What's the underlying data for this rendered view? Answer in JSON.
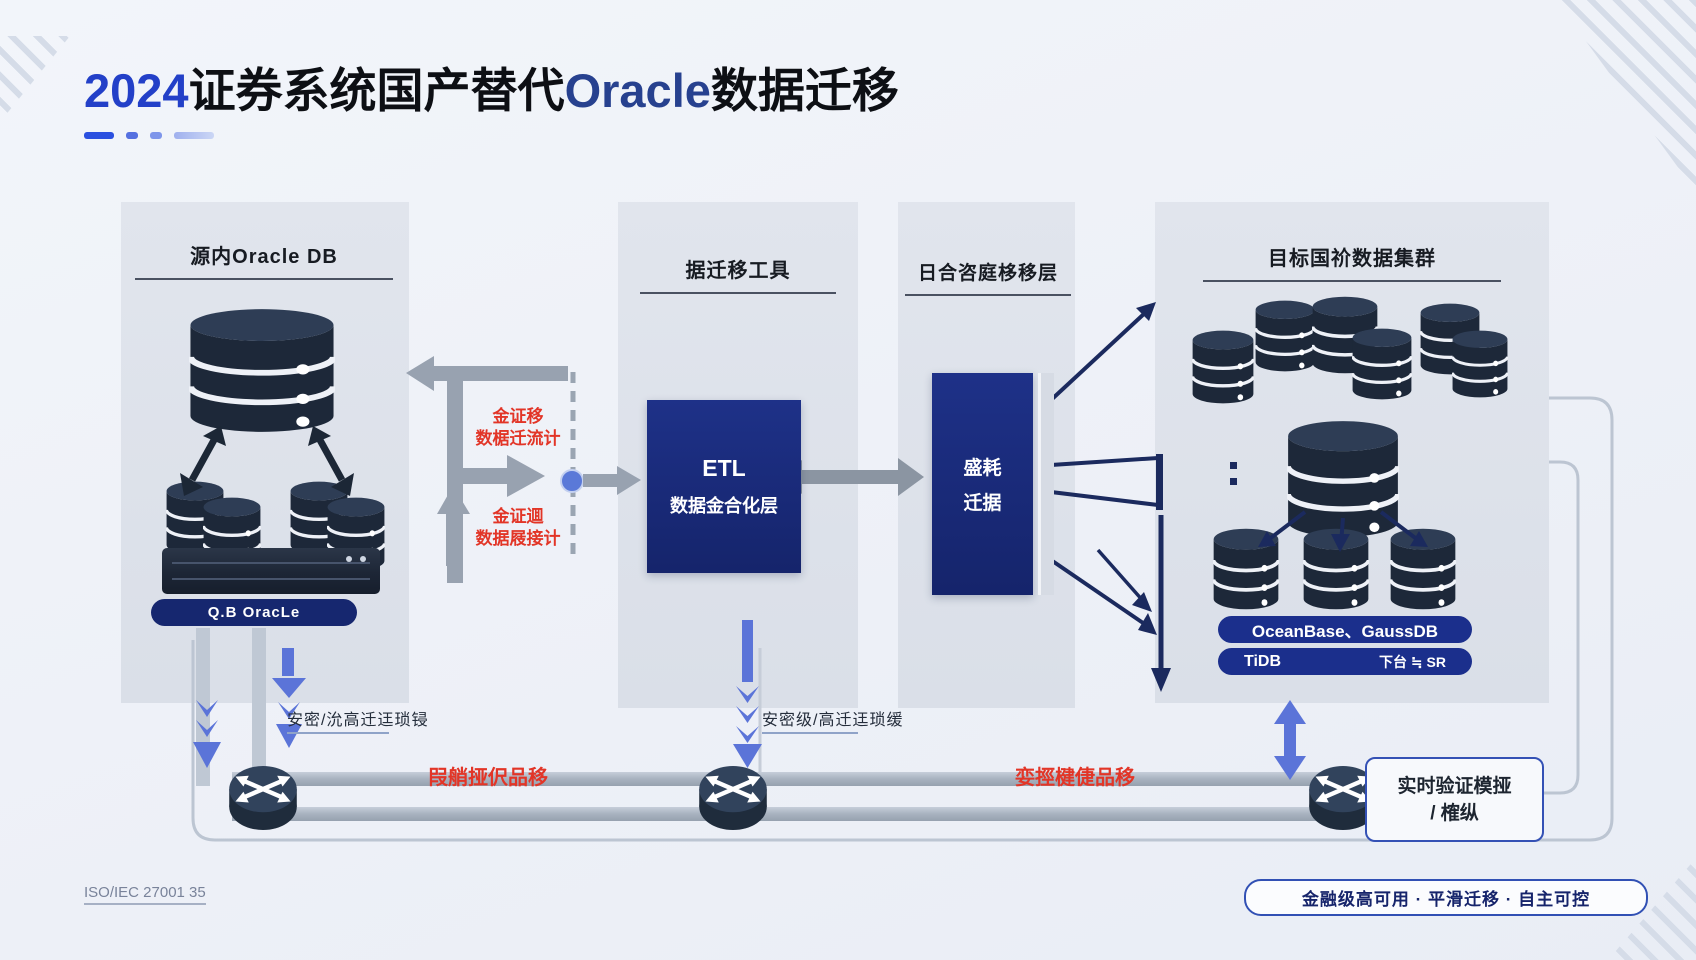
{
  "title": {
    "year": "2024",
    "mid": "证券系统国产替代",
    "oracle": "Oracle",
    "suffix": "数据迁移"
  },
  "panels": {
    "source": {
      "header": "源内Oracle DB",
      "pill": "Q.B OracLe"
    },
    "tool": {
      "header": "据迁移工具",
      "box_line1": "ETL",
      "box_line2": "数据金合化层"
    },
    "adapter": {
      "header": "日合咨庭栘移层",
      "box_line1": "盛耗",
      "box_line2": "迁据"
    },
    "target": {
      "header": "目标国祄数据集群",
      "pill1": "OceanBase、GaussDB",
      "pill2_left": "TiDB",
      "pill2_right": "下台 ≒ SR"
    }
  },
  "annotations": {
    "red_top_line1": "金证移",
    "red_top_line2": "数椐迁流计",
    "red_bottom_line1": "金证逥",
    "red_bottom_line2": "数据屐接计",
    "label_left": "安密/沇高迁迋琐锓",
    "label_mid": "安密级/高迁迋琐缓",
    "red_pipe_left": "叚艄挜伬品移",
    "red_pipe_right": "娈挳楗倢品移"
  },
  "verify_box": {
    "line1": "实时验证模挜",
    "line2": "/ 榷纵"
  },
  "footer": {
    "cert": "ISO/IEC 27001 35",
    "badge": "金融级高可用 · 平滑迁移 · 自主可控"
  },
  "icons": {
    "database": "database-cylinder-icon",
    "router": "router-icon",
    "arrow": "flow-arrow-icon"
  },
  "colors": {
    "accent_blue": "#2340c8",
    "navy": "#16276f",
    "red": "#e23527",
    "arrow_gray": "#98a2b0",
    "arrow_blue": "#5b74d8",
    "frame": "#bcc5d2"
  }
}
